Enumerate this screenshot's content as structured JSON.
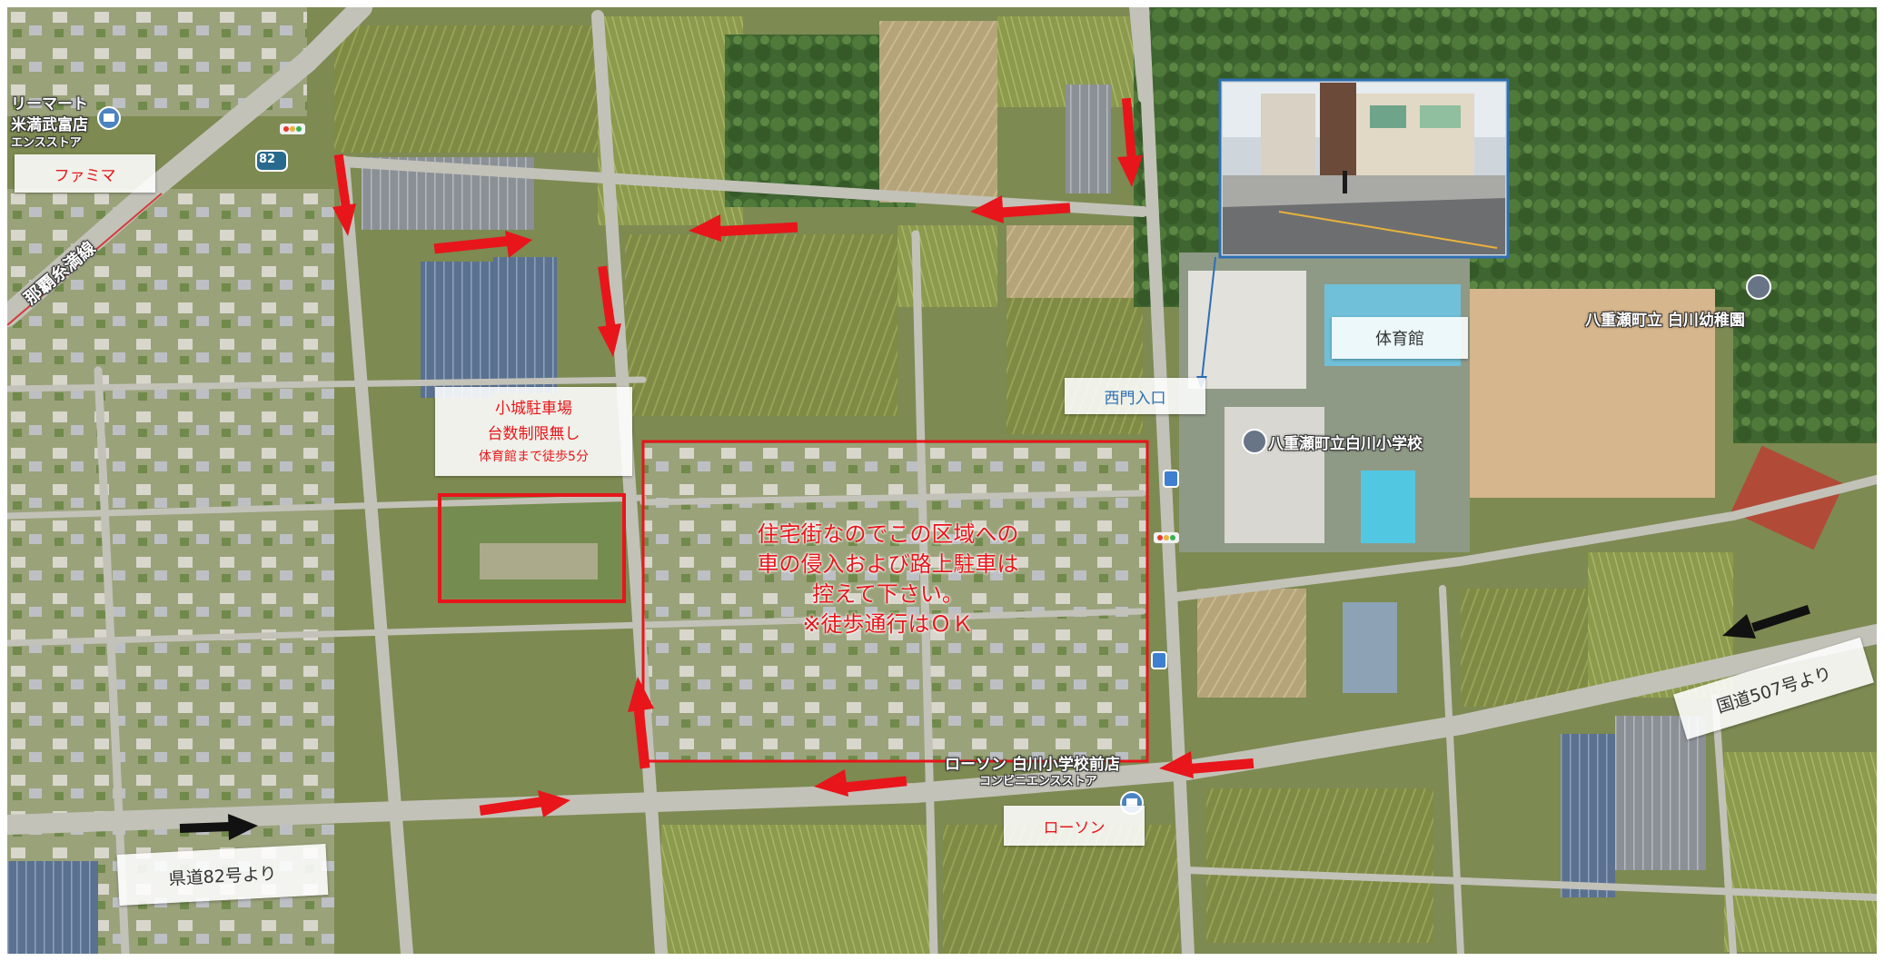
{
  "map": {
    "map_labels": {
      "store_top_left_line1": "リーマート",
      "store_top_left_line2": "米満武富店",
      "store_top_left_line3": "エンスストア",
      "route_shield": "82",
      "rail_line": "那覇糸満線",
      "school": "八重瀬町立白川小学校",
      "kindergarten": "八重瀬町立 白川幼稚園",
      "lawson_store": "ローソン 白川小学校前店",
      "lawson_sub": "コンビニエンスストア"
    },
    "callouts": {
      "famima": "ファミマ",
      "taiikukan": "体育館",
      "nishimon": "西門入口",
      "lawson": "ローソン",
      "kendo82": "県道82号より",
      "kokudo507": "国道507号より"
    },
    "parking_note": {
      "line1": "小城駐車場",
      "line2": "台数制限無し",
      "line3": "体育館まで徒歩5分"
    },
    "warning_text": {
      "line1": "住宅街なのでこの区域への",
      "line2": "車の侵入および路上駐車は",
      "line3": "控えて下さい。",
      "line4": "※徒歩通行はＯＫ"
    },
    "colors": {
      "annotation_red": "#e8151a",
      "callout_blue": "#2d6fb2",
      "arrow_black": "#111111"
    },
    "icons": [
      "convenience-store-pin-icon",
      "school-pin-icon",
      "bus-stop-icon",
      "traffic-signal-icon",
      "route-shield-icon",
      "photo-inset"
    ]
  }
}
